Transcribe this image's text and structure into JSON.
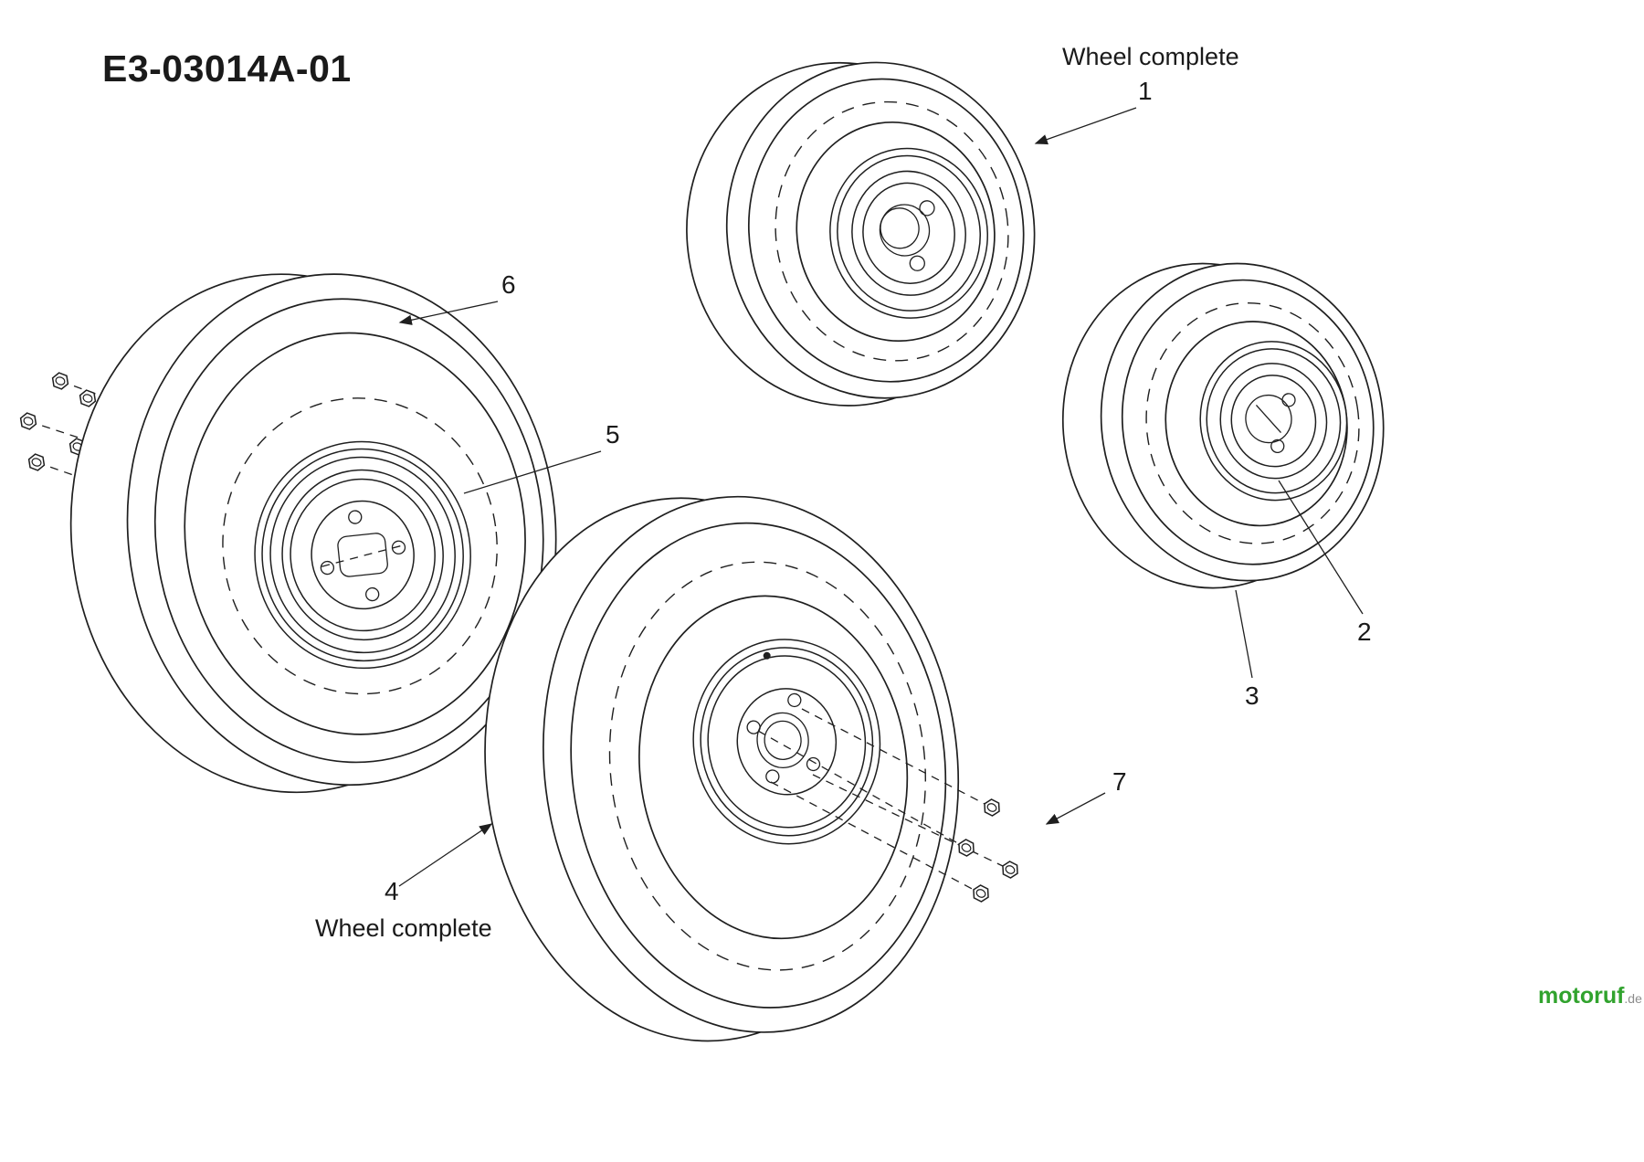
{
  "title": "E3-03014A-01",
  "callouts": {
    "c1": {
      "number": "1",
      "label": "Wheel complete"
    },
    "c2": {
      "number": "2"
    },
    "c3": {
      "number": "3"
    },
    "c4": {
      "number": "4",
      "label": "Wheel complete"
    },
    "c5": {
      "number": "5"
    },
    "c6": {
      "number": "6"
    },
    "c7": {
      "number": "7"
    }
  },
  "watermark": {
    "brand": "motoruf",
    "suffix": ".de"
  },
  "colors": {
    "line": "#1f1f1f",
    "text": "#1a1a1a",
    "watermark_brand": "#31a32e",
    "watermark_suffix": "#8c8c8c"
  }
}
